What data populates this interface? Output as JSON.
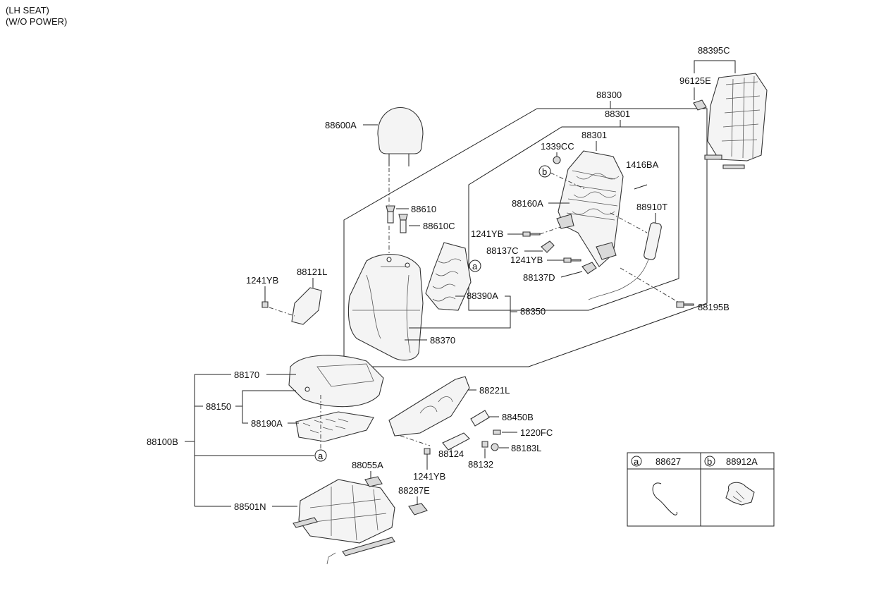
{
  "header": {
    "line1": "(LH SEAT)",
    "line2": "(W/O POWER)"
  },
  "labels": {
    "p88395C": "88395C",
    "p96125E": "96125E",
    "p88300": "88300",
    "p88301_outer": "88301",
    "p88301_inner": "88301",
    "p1339CC": "1339CC",
    "p1416BA": "1416BA",
    "p88160A": "88160A",
    "p88910T": "88910T",
    "p1241YB_a": "1241YB",
    "p88137C": "88137C",
    "p1241YB_b": "1241YB",
    "p88137D": "88137D",
    "p88195B": "88195B",
    "p88600A": "88600A",
    "p88610": "88610",
    "p88610C": "88610C",
    "p88121L": "88121L",
    "p1241YB_c": "1241YB",
    "p88390A": "88390A",
    "p88350": "88350",
    "p88370": "88370",
    "p88170": "88170",
    "p88150": "88150",
    "p88190A": "88190A",
    "p88100B": "88100B",
    "p88221L": "88221L",
    "p88450B": "88450B",
    "p1220FC": "1220FC",
    "p88124": "88124",
    "p88132": "88132",
    "p88183L": "88183L",
    "p1241YB_d": "1241YB",
    "p88055A": "88055A",
    "p88287E": "88287E",
    "p88501N": "88501N"
  },
  "callouts": {
    "a": "a",
    "b": "b"
  },
  "legend": {
    "a_key": "a",
    "a_part": "88627",
    "b_key": "b",
    "b_part": "88912A"
  }
}
